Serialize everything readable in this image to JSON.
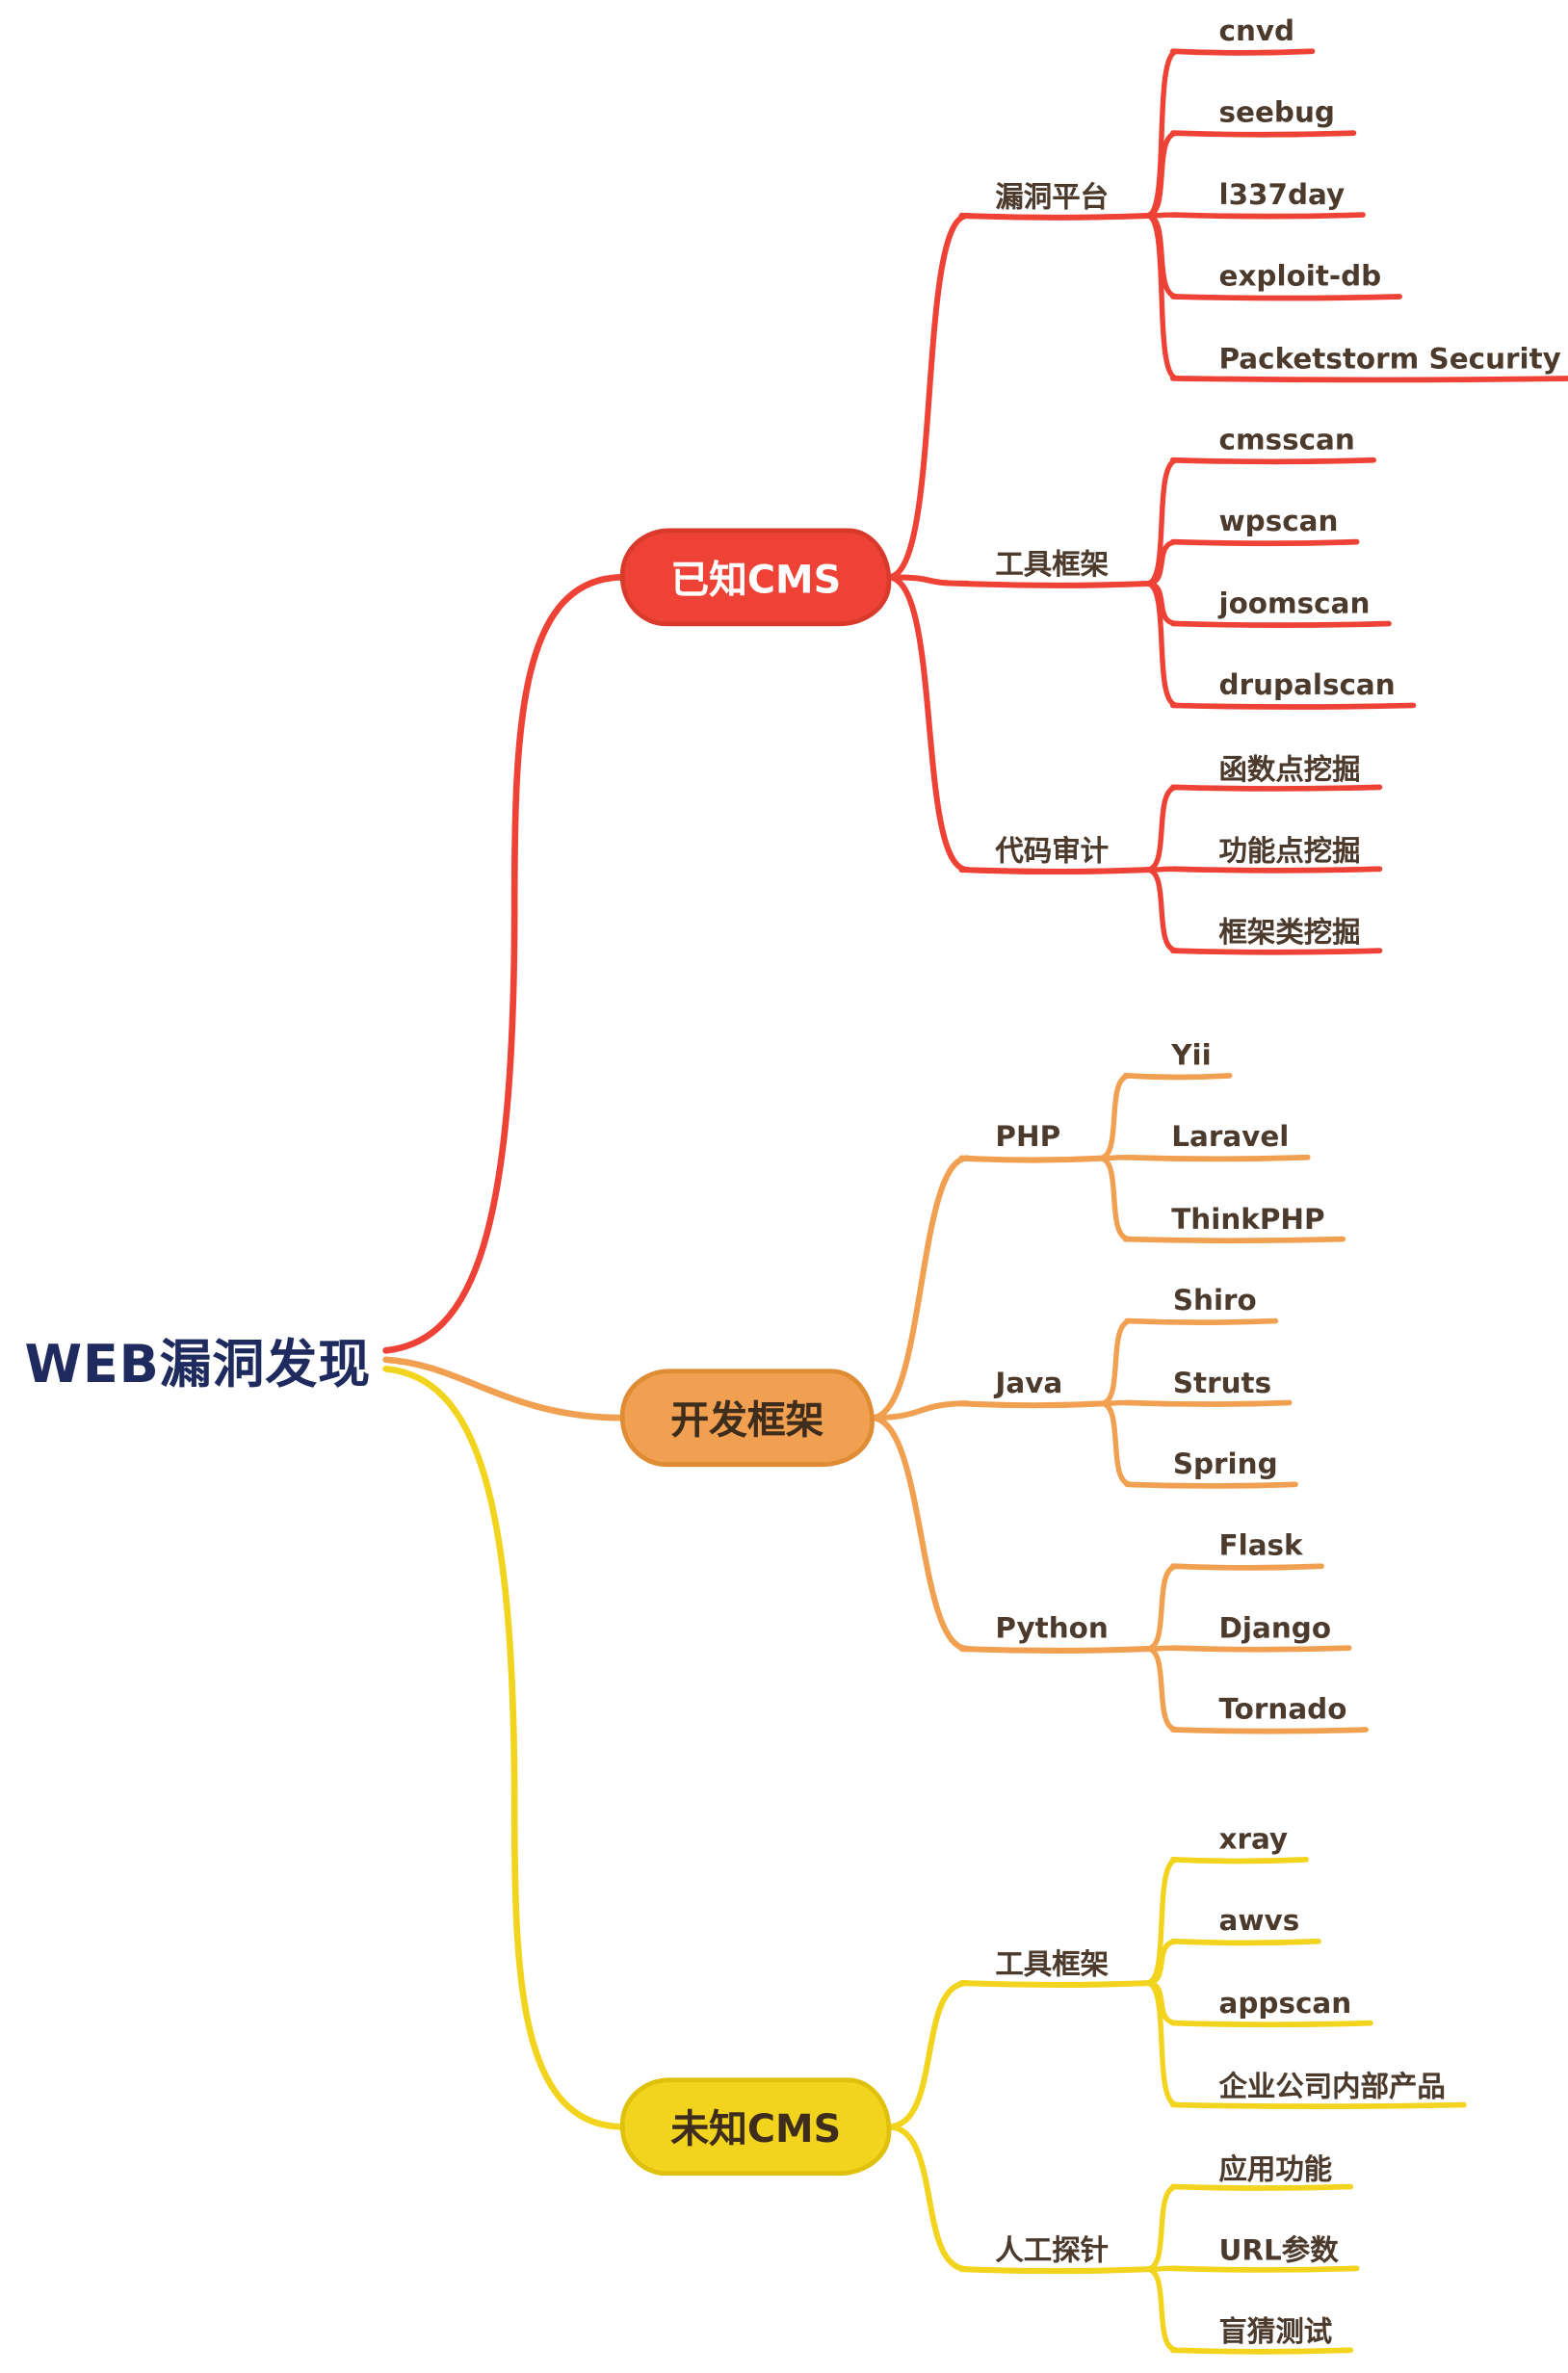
{
  "title": "WEB漏洞发现",
  "colors": {
    "background": "#ffffff",
    "root_text": "#1f2a5e",
    "topic_text": "#4c3a2d"
  },
  "branches": [
    {
      "label": "已知CMS",
      "color": "#ee4236",
      "border": "#d93a2b",
      "text_color": "#ffffff",
      "topics": [
        {
          "label": "漏洞平台",
          "leaves": [
            "cnvd",
            "seebug",
            "l337day",
            "exploit-db",
            "Packetstorm Security"
          ]
        },
        {
          "label": "工具框架",
          "leaves": [
            "cmsscan",
            "wpscan",
            "joomscan",
            "drupalscan"
          ]
        },
        {
          "label": "代码审计",
          "leaves": [
            "函数点挖掘",
            "功能点挖掘",
            "框架类挖掘"
          ]
        }
      ]
    },
    {
      "label": "开发框架",
      "color": "#f0a050",
      "border": "#e08c35",
      "text_color": "#3e2c1c",
      "topics": [
        {
          "label": "PHP",
          "leaves": [
            "Yii",
            "Laravel",
            "ThinkPHP"
          ]
        },
        {
          "label": "Java",
          "leaves": [
            "Shiro",
            "Struts",
            "Spring"
          ]
        },
        {
          "label": "Python",
          "leaves": [
            "Flask",
            "Django",
            "Tornado"
          ]
        }
      ]
    },
    {
      "label": "未知CMS",
      "color": "#f2d41e",
      "border": "#dfc10c",
      "text_color": "#3e2c1c",
      "topics": [
        {
          "label": "工具框架",
          "leaves": [
            "xray",
            "awvs",
            "appscan",
            "企业公司内部产品"
          ]
        },
        {
          "label": "人工探针",
          "leaves": [
            "应用功能",
            "URL参数",
            "盲猜测试"
          ]
        }
      ]
    }
  ]
}
